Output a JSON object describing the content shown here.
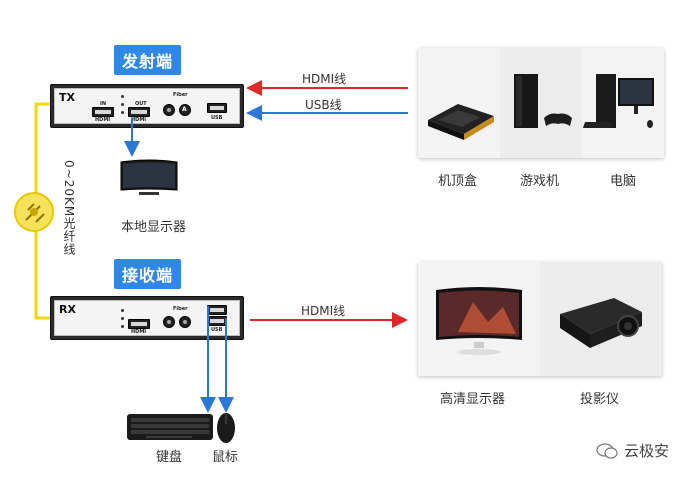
{
  "tx": {
    "tag": "发射端",
    "device_label": "TX",
    "in_label": "IN",
    "out_label": "OUT",
    "fiber_label": "Fiber",
    "usb_label": "USB",
    "hdmi_label": "HDMI",
    "port_letter": "A"
  },
  "rx": {
    "tag": "接收端",
    "device_label": "RX",
    "fiber_label": "Fiber",
    "usb_label": "USB",
    "hdmi_label": "HDMI"
  },
  "fiber_span": "0~20KM光纤线",
  "signals": {
    "hdmi_in": "HDMI线",
    "usb_in": "USB线",
    "hdmi_out": "HDMI线"
  },
  "sources": {
    "settop": "机顶盒",
    "console": "游戏机",
    "pc": "电脑"
  },
  "sinks": {
    "hd_display": "高清显示器",
    "projector": "投影仪"
  },
  "local_display": "本地显示器",
  "peripherals": {
    "keyboard": "键盘",
    "mouse": "鼠标"
  },
  "watermark": "云极安",
  "colors": {
    "tag_blue": "#2f87e6",
    "hdmi_red": "#e0282a",
    "usb_blue": "#2a77d4",
    "fiber_yellow": "#f5d70a"
  }
}
